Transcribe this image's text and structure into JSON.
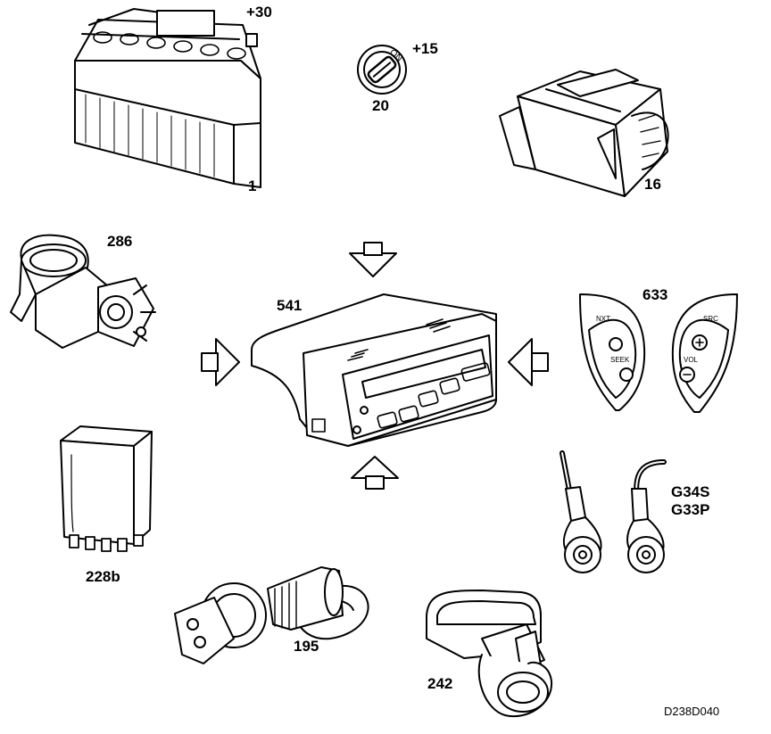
{
  "components": {
    "battery": {
      "number": "1",
      "terminal": "+30"
    },
    "ignition_switch": {
      "number": "20",
      "terminal": "+15",
      "key_mark": "ON"
    },
    "control_switch": {
      "number": "16"
    },
    "sensor_286": {
      "number": "286"
    },
    "control_unit": {
      "number": "541"
    },
    "steering_wheel_buttons": {
      "number": "633",
      "left_pad": {
        "top": "NXT",
        "middle": "SEEK"
      },
      "right_pad": {
        "top": "SRC",
        "middle": "VOL"
      }
    },
    "relay": {
      "number": "228b"
    },
    "ground_points": {
      "line1": "G34S",
      "line2": "G33P"
    },
    "pressure_switch": {
      "number": "195"
    },
    "connector": {
      "number": "242"
    }
  },
  "figure_ref": "D238D040"
}
